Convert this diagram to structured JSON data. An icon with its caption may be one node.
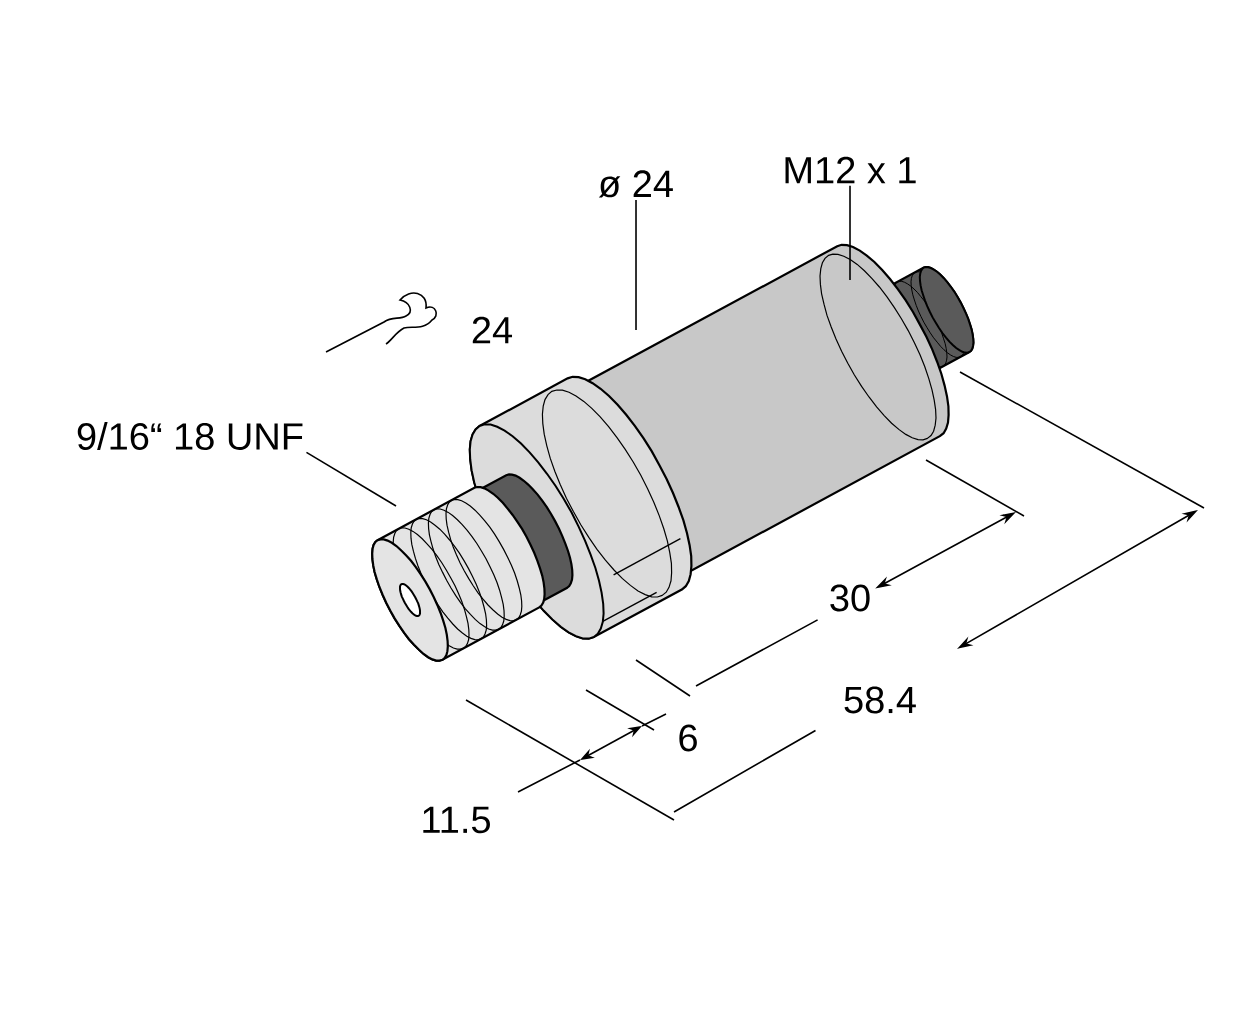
{
  "diagram": {
    "nodes": [
      {
        "text": [
          "M12 x 1"
        ]
      },
      {
        "text": [
          "ø 24"
        ]
      },
      {
        "text": [
          "9/16“ 18 UNF"
        ]
      }
    ],
    "edges": [
      {
        "from": 0,
        "to": null,
        "arrow": "none"
      },
      {
        "from": 1,
        "to": null,
        "arrow": "none"
      },
      {
        "from": 2,
        "to": null,
        "arrow": "none"
      }
    ],
    "labels": [
      "24",
      "30",
      "58.4",
      "6",
      "11.5"
    ]
  }
}
